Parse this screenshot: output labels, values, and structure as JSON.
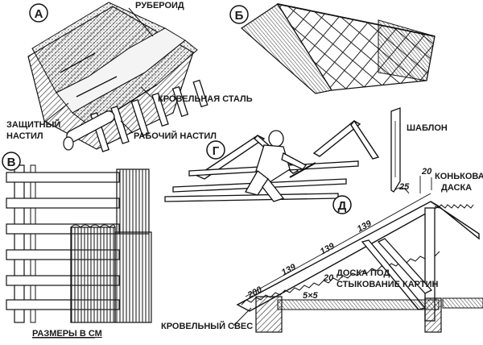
{
  "panels": {
    "a": {
      "letter": "А",
      "labels": {
        "ruberoid": "РУБЕРОИД",
        "protective_deck_1": "ЗАЩИТНЫЙ",
        "protective_deck_2": "НАСТИЛ",
        "roof_steel": "КРОВЕЛЬНАЯ СТАЛЬ",
        "working_deck": "РАБОЧИЙ НАСТИЛ"
      }
    },
    "b": {
      "letter": "Б"
    },
    "v": {
      "letter": "В",
      "note": "РАЗМЕРЫ В СМ"
    },
    "g": {
      "letter": "Г"
    },
    "d": {
      "letter": "Д",
      "labels": {
        "template": "ШАБЛОН",
        "ridge_board_1": "КОНЬКОВА",
        "ridge_board_2": "ДАСКА",
        "joint_board_1": "ДОСКА ПОД",
        "joint_board_2": "СТЫКОВАНИЕ КАРТИН",
        "eaves": "КРОВЕЛЬНЫЙ СВЕС"
      },
      "dimensions": {
        "d200": "200",
        "d139a": "139",
        "d139b": "139",
        "d139c": "139",
        "d20a": "20",
        "d20b": "20",
        "d25": "25",
        "d5x5": "5×5"
      }
    }
  }
}
